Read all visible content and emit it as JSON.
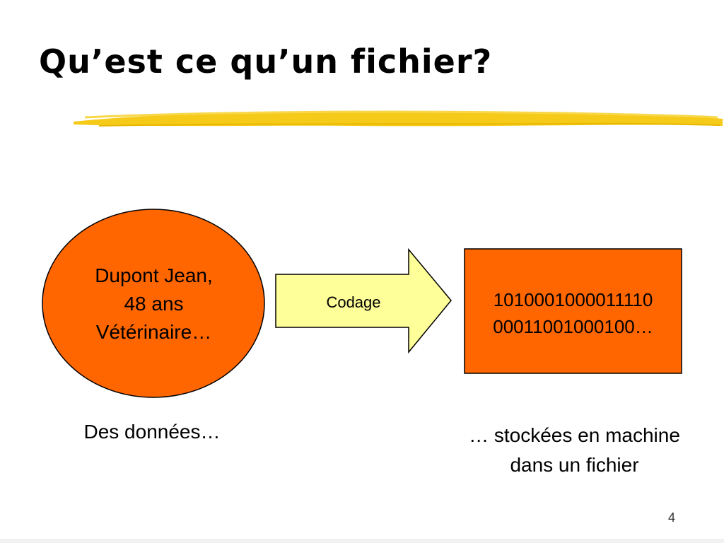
{
  "slide": {
    "title": "Qu’est ce qu’un fichier?",
    "data_shape": {
      "lines": [
        "Dupont Jean,",
        "48 ans",
        "Vétérinaire…"
      ],
      "fill": "#ff6600"
    },
    "arrow": {
      "label": "Codage",
      "fill": "#ffff99"
    },
    "encoded_box": {
      "lines": [
        "1010001000011110",
        "00011001000100…"
      ],
      "fill": "#ff6600"
    },
    "caption_left": "Des données…",
    "caption_right": {
      "lines": [
        "… stockées en machine",
        "dans un fichier"
      ]
    },
    "page_number": "4",
    "accent_color": "#f2c200"
  }
}
